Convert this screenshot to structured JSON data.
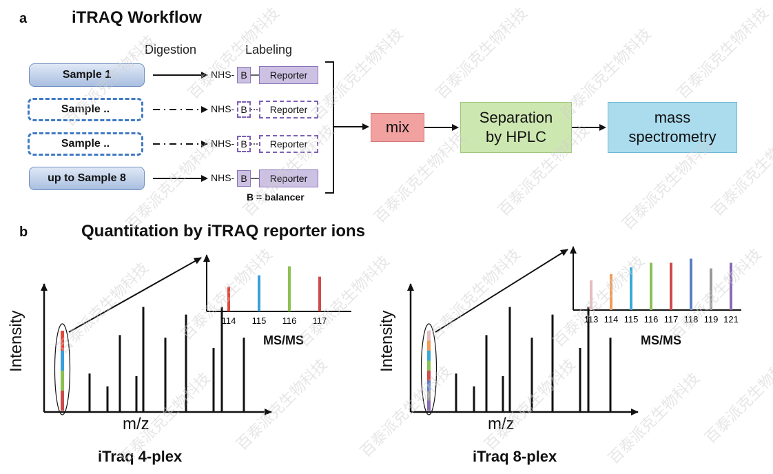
{
  "panel_a": {
    "letter": "a",
    "title": "iTRAQ Workflow",
    "col_digestion": "Digestion",
    "col_labeling": "Labeling",
    "samples": [
      {
        "label": "Sample 1",
        "style": "solid"
      },
      {
        "label": "Sample ..",
        "style": "dashed"
      },
      {
        "label": "Sample ..",
        "style": "dashed"
      },
      {
        "label": "up to Sample 8",
        "style": "solid"
      }
    ],
    "nhs_label": "NHS-",
    "b_label": "B",
    "reporter_label": "Reporter",
    "balancer_note": "B = balancer",
    "mix_label": "mix",
    "separation_line1": "Separation",
    "separation_line2": "by HPLC",
    "ms_line1": "mass",
    "ms_line2": "spectrometry"
  },
  "panel_b": {
    "letter": "b",
    "title": "Quantitation by iTRAQ reporter ions",
    "intensity_label": "Intensity",
    "mz_label": "m/z",
    "msms_label": "MS/MS",
    "plex4_label": "iTraq 4-plex",
    "plex8_label": "iTraq 8-plex"
  },
  "watermark_text": "百泰派克生物科技",
  "chart_data": [
    {
      "type": "bar",
      "categories": [
        "114",
        "115",
        "116",
        "117"
      ],
      "values": [
        0.55,
        0.8,
        1.0,
        0.77
      ],
      "colors": [
        "#e04a3c",
        "#3aa0d8",
        "#8cc152",
        "#cf4b4b"
      ],
      "title": "MS/MS",
      "ylim": [
        0,
        1.1
      ]
    },
    {
      "type": "bar",
      "categories": [
        "113",
        "114",
        "115",
        "116",
        "117",
        "118",
        "119",
        "121"
      ],
      "values": [
        0.58,
        0.7,
        0.83,
        0.92,
        0.92,
        1.0,
        0.81,
        0.92
      ],
      "colors": [
        "#e7bcbc",
        "#f29b57",
        "#3aa8d8",
        "#8cc152",
        "#cf4b4b",
        "#5b7fc4",
        "#999999",
        "#8a6bb5"
      ],
      "title": "MS/MS",
      "ylim": [
        0,
        1.1
      ]
    }
  ],
  "spectrum": {
    "peaks": [
      0.3,
      0.2,
      0.6,
      0.28,
      0.82,
      0.58,
      0.76,
      0.5,
      0.82,
      0.58
    ]
  }
}
